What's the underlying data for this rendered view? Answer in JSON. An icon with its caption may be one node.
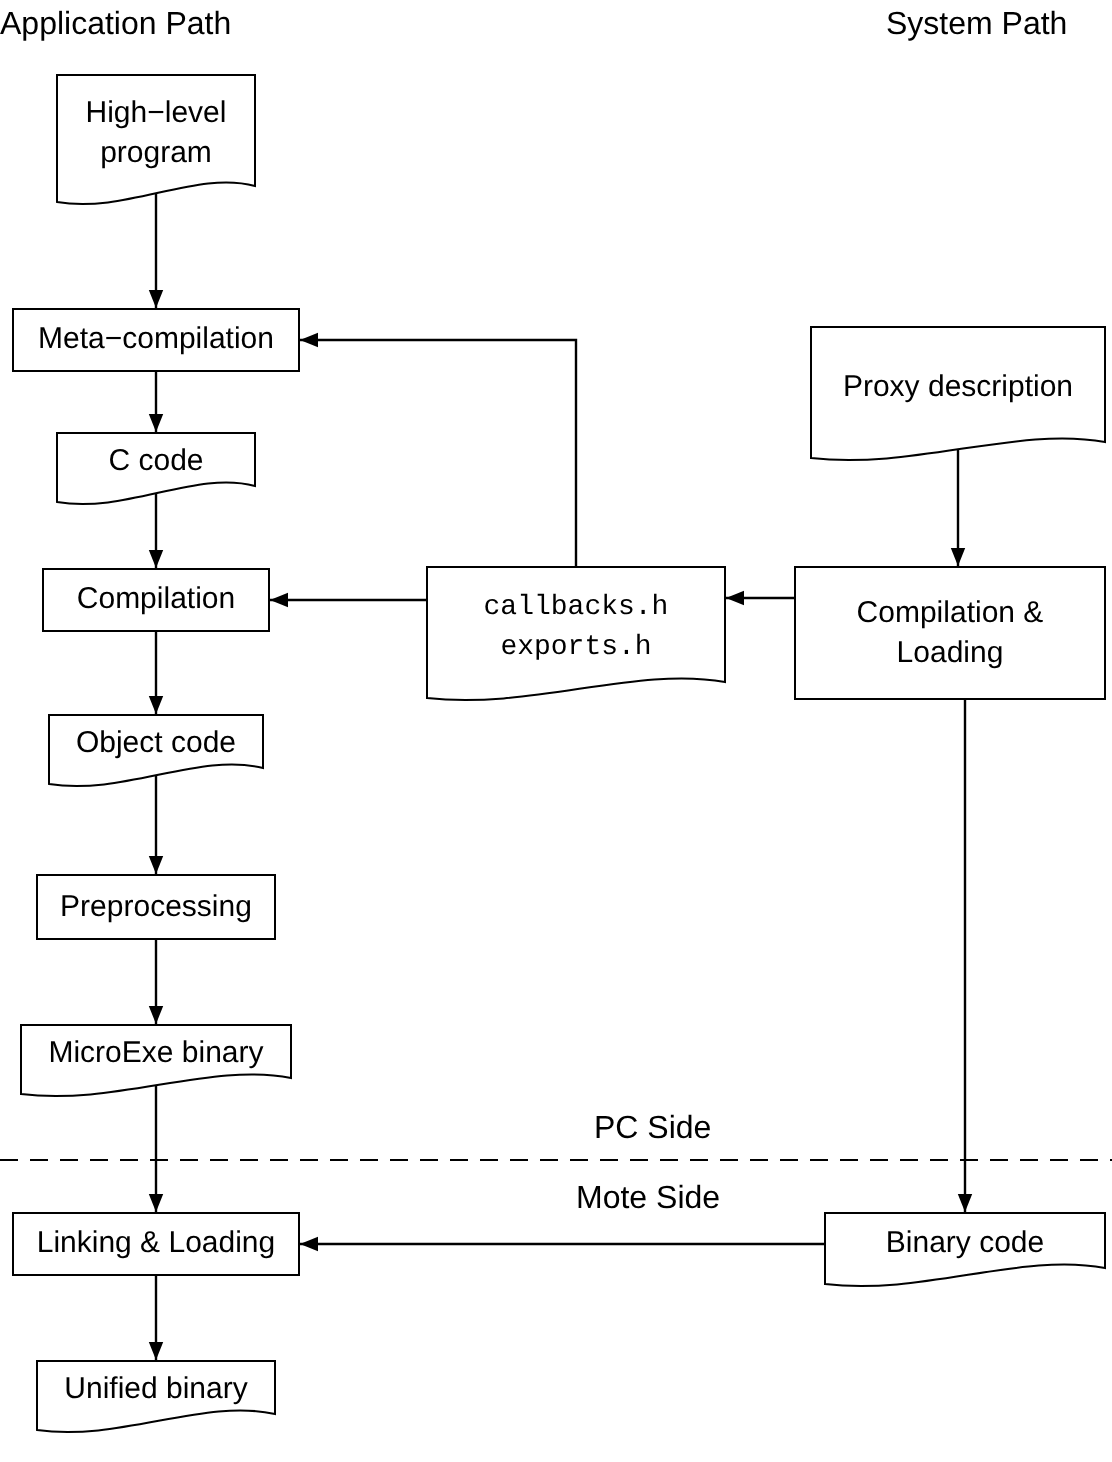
{
  "diagram": {
    "nodes": [
      {
        "text": [
          "High−level program"
        ]
      },
      {
        "text": [
          "Meta−compilation"
        ]
      },
      {
        "text": [
          "C code"
        ]
      },
      {
        "text": [
          "Compilation"
        ]
      },
      {
        "text": [
          "Object code"
        ]
      },
      {
        "text": [
          "Preprocessing"
        ]
      },
      {
        "text": [
          "MicroExe binary"
        ]
      },
      {
        "text": [
          "Linking & Loading"
        ]
      },
      {
        "text": [
          "Unified binary"
        ]
      },
      {
        "text": [
          "Proxy description"
        ]
      },
      {
        "text": [
          "callbacks.h",
          "exports.h"
        ]
      },
      {
        "text": [
          "Compilation & Loading"
        ]
      },
      {
        "text": [
          "Binary code"
        ]
      }
    ],
    "edges": [
      {
        "from": 0,
        "to": 1,
        "arrow": "to"
      },
      {
        "from": 1,
        "to": 2,
        "arrow": "to"
      },
      {
        "from": 2,
        "to": 3,
        "arrow": "to"
      },
      {
        "from": 3,
        "to": 4,
        "arrow": "to"
      },
      {
        "from": 4,
        "to": 5,
        "arrow": "to"
      },
      {
        "from": 5,
        "to": 6,
        "arrow": "to"
      },
      {
        "from": 6,
        "to": 7,
        "arrow": "to"
      },
      {
        "from": 7,
        "to": 8,
        "arrow": "to"
      },
      {
        "from": 9,
        "to": 11,
        "arrow": "to"
      },
      {
        "from": 11,
        "to": 10,
        "arrow": "to"
      },
      {
        "from": 10,
        "to": 3,
        "arrow": "to"
      },
      {
        "from": 10,
        "to": 1,
        "arrow": "to"
      },
      {
        "from": 11,
        "to": 12,
        "arrow": "to"
      },
      {
        "from": 12,
        "to": 7,
        "arrow": "to"
      }
    ],
    "labels": [
      "Application Path",
      "System Path",
      "PC Side",
      "Mote Side"
    ]
  }
}
